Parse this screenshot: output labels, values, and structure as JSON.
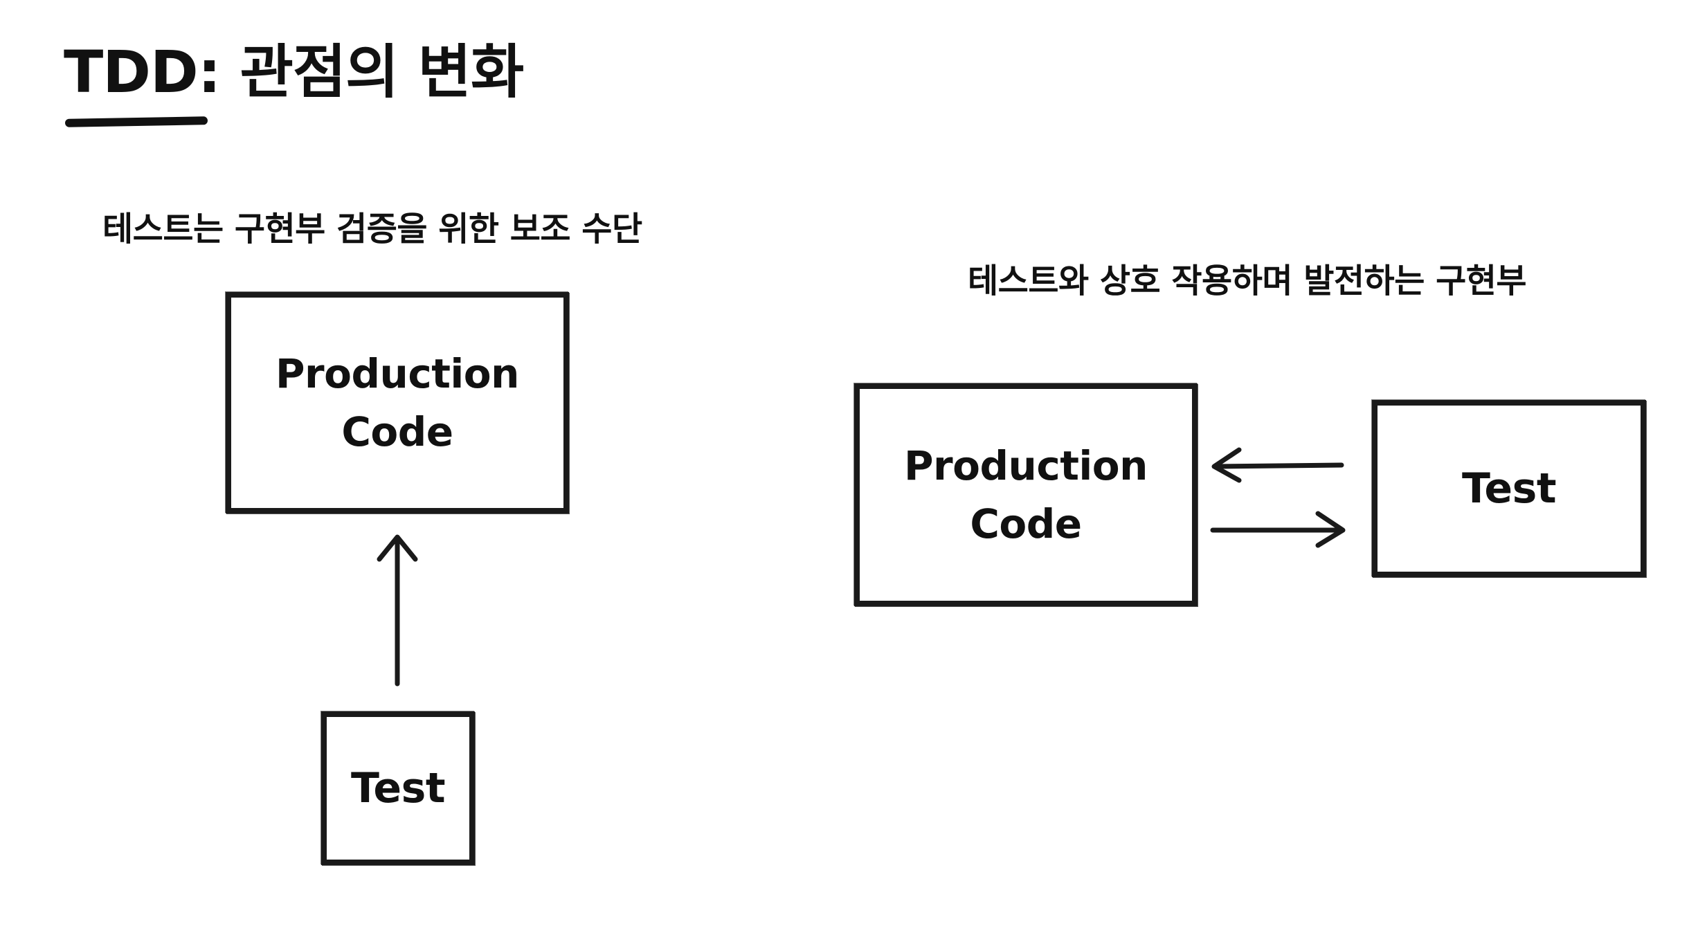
{
  "title": "TDD: 관점의 변화",
  "left_panel": {
    "caption": "테스트는 구현부 검증을 위한 보조 수단",
    "production_box": "Production\nCode",
    "test_box": "Test"
  },
  "right_panel": {
    "caption": "테스트와 상호 작용하며 발전하는 구현부",
    "production_box": "Production\nCode",
    "test_box": "Test"
  },
  "colors": {
    "ink": "#111111",
    "background": "#ffffff"
  }
}
